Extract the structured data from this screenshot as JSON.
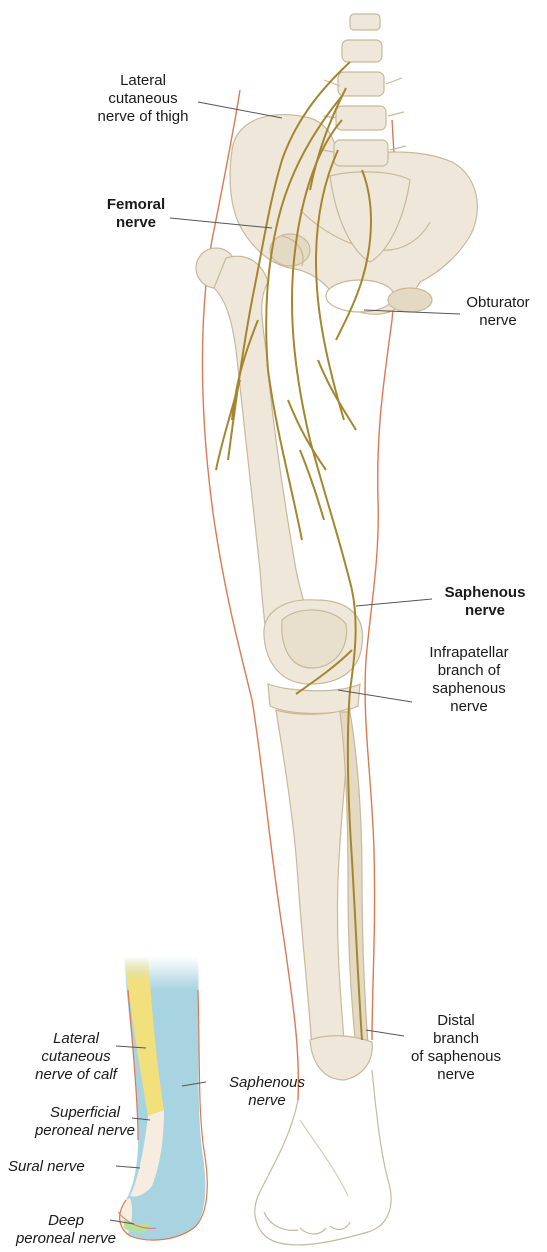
{
  "labels": {
    "lateral_cutaneous_thigh": "Lateral\ncutaneous\nnerve of thigh",
    "femoral": "Femoral\nnerve",
    "obturator": "Obturator\nnerve",
    "saphenous": "Saphenous\nnerve",
    "infrapatellar": "Infrapatellar\nbranch of\nsaphenous\nnerve",
    "distal_branch": "Distal\nbranch\nof saphenous\nnerve"
  },
  "inset": {
    "lateral_cutaneous_calf": "Lateral\ncutaneous\nnerve of calf",
    "saphenous": "Saphenous\nnerve",
    "superficial_peroneal": "Superficial\nperoneal nerve",
    "sural": "Sural nerve",
    "deep_peroneal": "Deep\nperoneal nerve"
  },
  "colors": {
    "nerve": "#a5862f",
    "skin_outline": "#d97a55",
    "bone_fill": "#efe8da",
    "bone_shade": "#d9ccb3",
    "saphenous_zone": "#a8d3e0",
    "lateral_calf_zone": "#f2e07d",
    "leader_line": "#555555"
  }
}
